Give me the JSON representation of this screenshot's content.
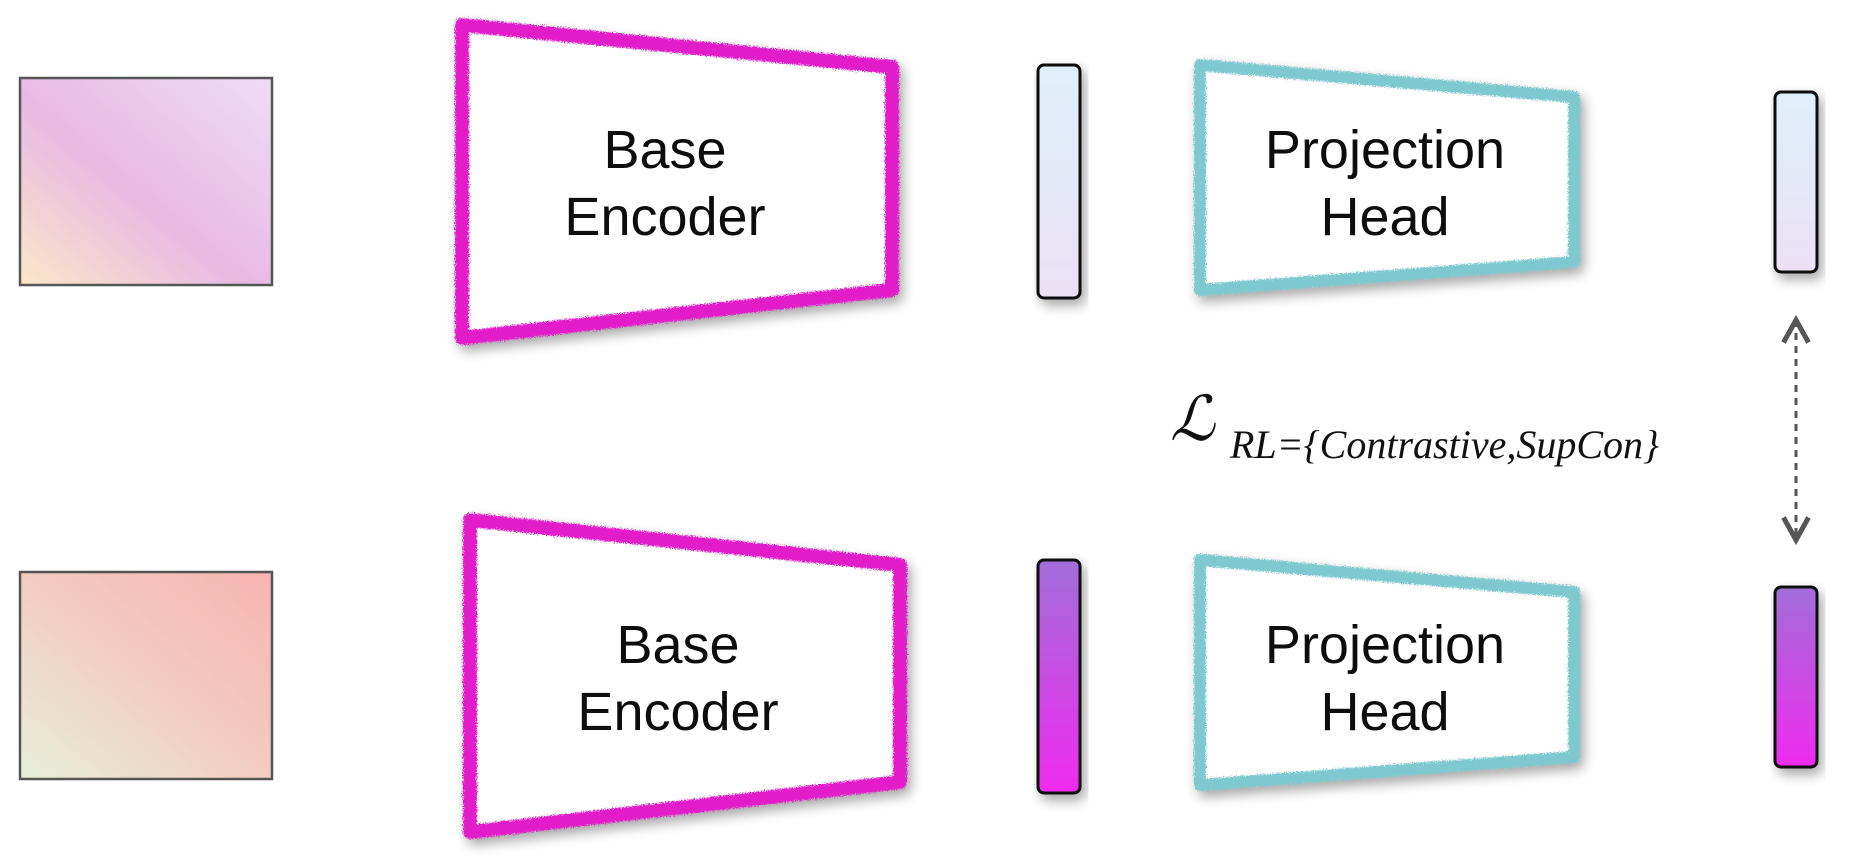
{
  "colors": {
    "encoder_border": "#e21bc9",
    "head_border": "#7ec8cf",
    "arrow": "#555555",
    "top_input_gradient": [
      "#fbe7c8",
      "#e7b9e3",
      "#efdcf8"
    ],
    "bottom_input_gradient": [
      "#e6efd8",
      "#f3c9bf",
      "#f7b4b1"
    ],
    "top_vector_gradient": [
      "#dff0fb",
      "#ebe0f5"
    ],
    "bottom_vector_gradient": [
      "#a26ed9",
      "#ef2bef"
    ]
  },
  "top_branch": {
    "input_image": "top-input-image",
    "encoder": {
      "line1": "Base",
      "line2": "Encoder"
    },
    "projection_head": {
      "line1": "Projection",
      "line2": "Head"
    }
  },
  "bottom_branch": {
    "input_image": "bottom-input-image",
    "encoder": {
      "line1": "Base",
      "line2": "Encoder"
    },
    "projection_head": {
      "line1": "Projection",
      "line2": "Head"
    }
  },
  "loss": {
    "symbol": "ℒ",
    "subscript": "RL={Contrastive,SupCon}"
  }
}
